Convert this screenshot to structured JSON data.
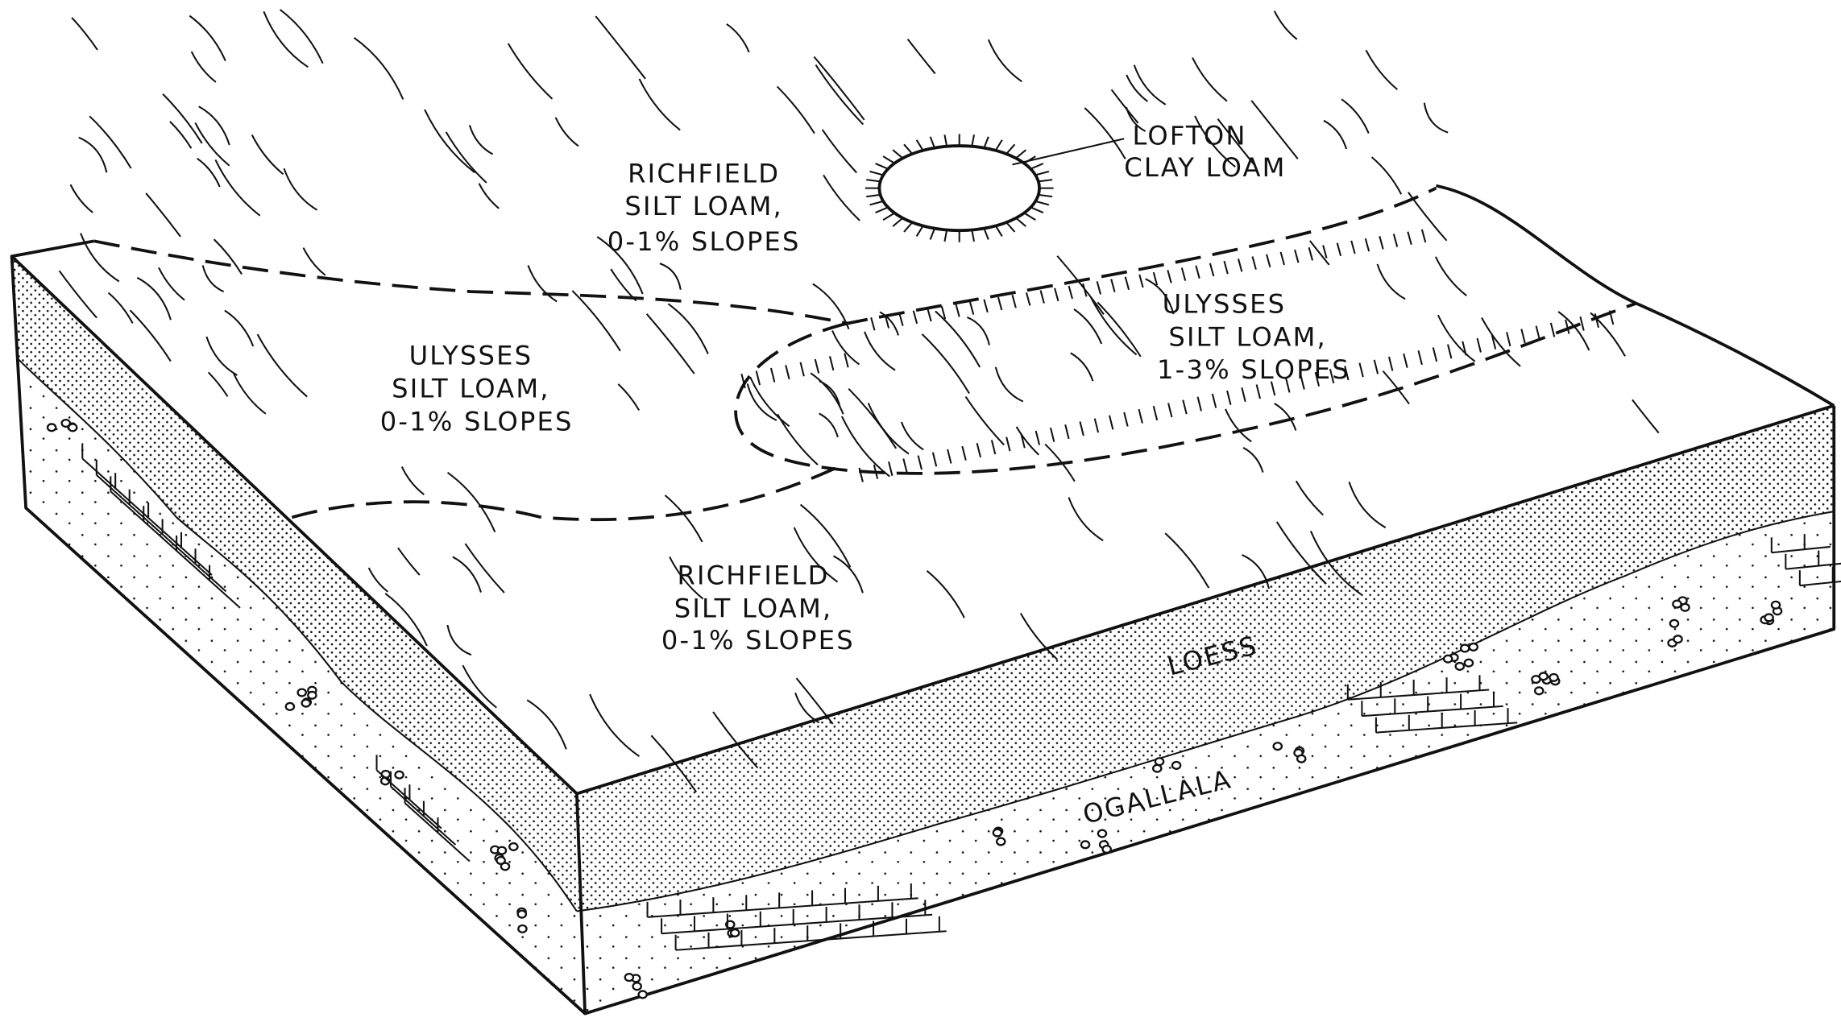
{
  "labels": {
    "richfield_upper": [
      "RICHFIELD",
      "SILT LOAM,",
      "0-1% SLOPES"
    ],
    "lofton": [
      "LOFTON",
      "CLAY LOAM"
    ],
    "ulysses_left": [
      "ULYSSES",
      "SILT LOAM,",
      "0-1% SLOPES"
    ],
    "ulysses_right": [
      "ULYSSES",
      "SILT LOAM,",
      "1-3% SLOPES"
    ],
    "richfield_lower": [
      "RICHFIELD",
      "SILT LOAM,",
      "0-1% SLOPES"
    ],
    "loess": "LOESS",
    "ogallala": "OGALLALA"
  }
}
